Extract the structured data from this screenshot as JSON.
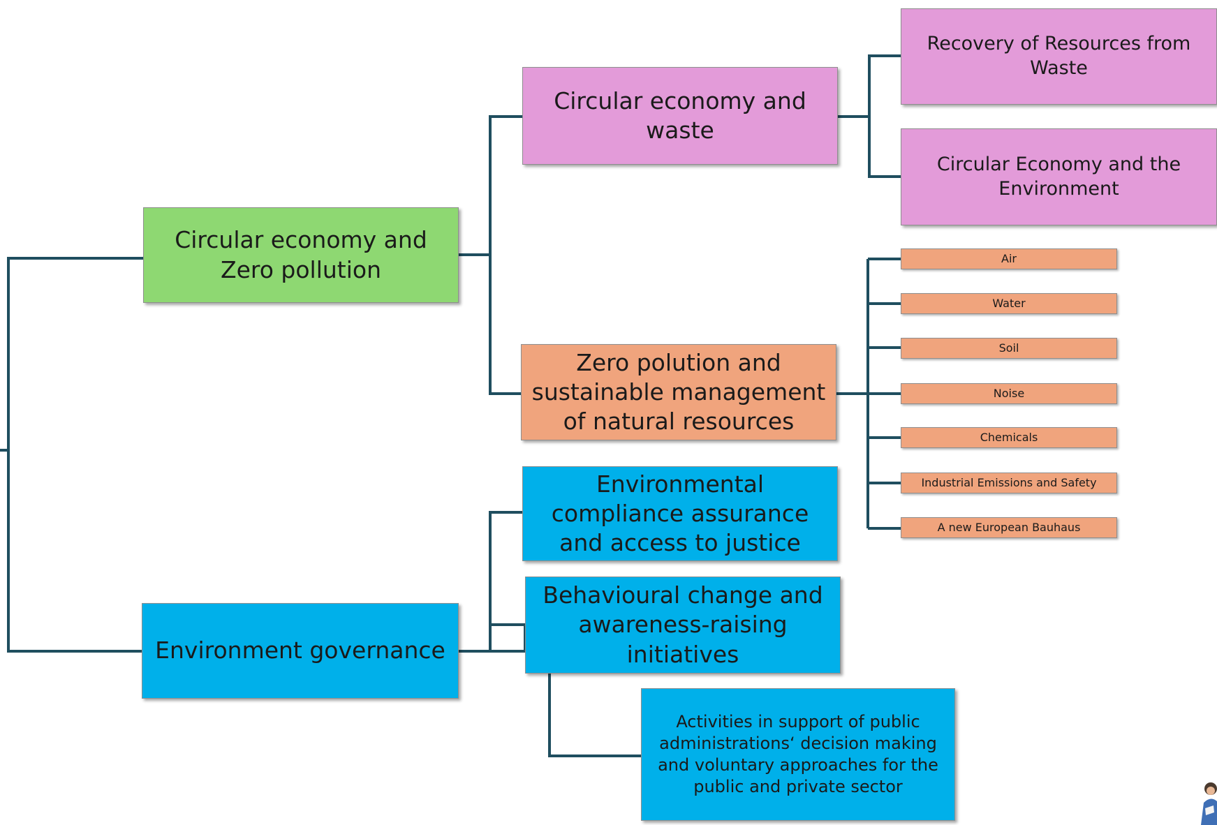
{
  "nodes": {
    "circular_zero": "Circular economy and Zero pollution",
    "env_governance": "Environment governance",
    "circular_waste": "Circular economy and waste",
    "zero_pollution": "Zero polution and sustainable management of natural resources",
    "compliance": "Environmental compliance assurance and access to justice",
    "behavioural": "Behavioural change and awareness-raising initiatives",
    "activities": "Activities in support of public administrations‘ decision making and voluntary approaches for the public and private sector",
    "recovery": "Recovery of Resources from Waste",
    "circular_env": "Circular Economy and the Environment"
  },
  "pollution_topics": [
    "Air",
    "Water",
    "Soil",
    "Noise",
    "Chemicals",
    "Industrial Emissions and Safety",
    "A new European Bauhaus"
  ],
  "colors": {
    "connector": "#1f4e5f",
    "circular_economy_pink": "#e39bd9",
    "circular_zero_green": "#8ed872",
    "pollution_salmon": "#f0a47d",
    "governance_blue": "#00b0ea"
  },
  "icons": [
    "person-figure-icon"
  ]
}
